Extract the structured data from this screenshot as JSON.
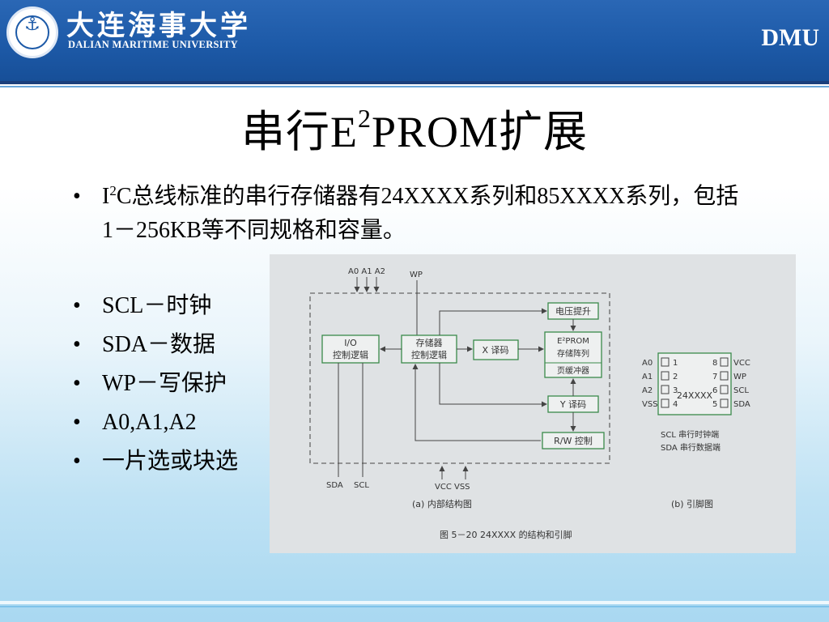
{
  "header": {
    "university_cn": "大连海事大学",
    "university_en": "DALIAN MARITIME UNIVERSITY",
    "abbr": "DMU"
  },
  "slide": {
    "title_prefix": "串行E",
    "title_sup": "2",
    "title_suffix": "PROM扩展",
    "bullet1_a": "I",
    "bullet1_sup": "2",
    "bullet1_b": "C总线标准的串行存储器有24XXXX系列和85XXXX系列，包括1－256KB等不同规格和容量。",
    "bullets": [
      "SCL－时钟",
      "SDA－数据",
      "WP－写保护",
      "A0,A1,A2",
      "一片选或块选"
    ],
    "bullet_symbol": "•"
  },
  "figure": {
    "pins_top": "A0 A1 A2",
    "wp": "WP",
    "io_line1": "I/O",
    "io_line2": "控制逻辑",
    "mem_line1": "存储器",
    "mem_line2": "控制逻辑",
    "xdecode": "X 译码",
    "eprom_line1": "E²PROM",
    "eprom_line2": "存储阵列",
    "eprom_line3": "页缓冲器",
    "hv": "电压提升",
    "ydecode": "Y 译码",
    "rw": "R/W 控制",
    "sda": "SDA",
    "scl": "SCL",
    "vcc_vss": "VCC VSS",
    "caption_a": "(a)  内部结构图",
    "caption_b": "(b)  引脚图",
    "chip": "24XXXX",
    "left_pins": [
      "A0",
      "A1",
      "A2",
      "VSS"
    ],
    "left_nums": [
      "1",
      "2",
      "3",
      "4"
    ],
    "right_nums": [
      "8",
      "7",
      "6",
      "5"
    ],
    "right_pins": [
      "VCC",
      "WP",
      "SCL",
      "SDA"
    ],
    "legend1": "SCL   串行时钟端",
    "legend2": "SDA   串行数据端",
    "fig_caption": "图 5－20   24XXXX 的结构和引脚"
  }
}
